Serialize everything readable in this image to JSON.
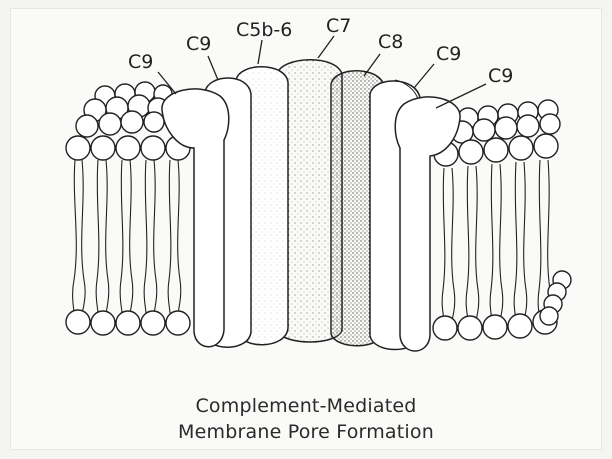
{
  "labels": {
    "c9_far_left": "C9",
    "c9_left": "C9",
    "c5b6": "C5b-6",
    "c7": "C7",
    "c8": "C8",
    "c9_right": "C9",
    "c9_far_right": "C9"
  },
  "caption": {
    "line1": "Complement-Mediated",
    "line2": "Membrane Pore Formation"
  }
}
